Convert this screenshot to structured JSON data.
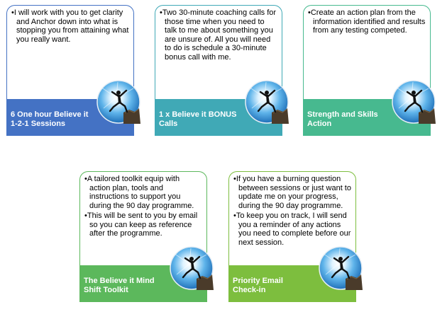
{
  "cards": [
    {
      "id": "sessions",
      "bullets": [
        "I will work with you to get clarity and Anchor down into what is stopping you from attaining what you really want."
      ],
      "title": "6 One hour Believe it 1-2-1 Sessions",
      "color": "#4472C4",
      "icon": "jumping-person-icon"
    },
    {
      "id": "bonus-calls",
      "bullets": [
        "Two 30-minute coaching calls for those time when you need to talk to me about something you are unsure of. All you will need to do is schedule a 30-minute bonus call with me."
      ],
      "title": "1 x Believe it BONUS Calls",
      "color": "#40A9B6",
      "icon": "jumping-person-icon"
    },
    {
      "id": "strength-skills",
      "bullets": [
        "Create an action plan from the information identified and results from any testing competed."
      ],
      "title": "Strength and Skills Action",
      "color": "#47B98F",
      "icon": "jumping-person-icon"
    },
    {
      "id": "toolkit",
      "bullets": [
        "A tailored toolkit equip with action plan, tools and instructions to support you during the 90 day programme.",
        "This will be sent to you by email so you can keep as reference after the programme."
      ],
      "title": "The Believe it Mind Shift Toolkit",
      "color": "#5CB85C",
      "icon": "jumping-person-icon"
    },
    {
      "id": "email-checkin",
      "bullets": [
        "If you have a burning question between sessions or just want to update me on your progress, during the 90 day programme.",
        "To keep you on track, I will send you a reminder of any actions you need to complete before our next session."
      ],
      "title": "Priority Email Check-in",
      "color": "#7DBE3E",
      "icon": "jumping-person-icon"
    }
  ]
}
